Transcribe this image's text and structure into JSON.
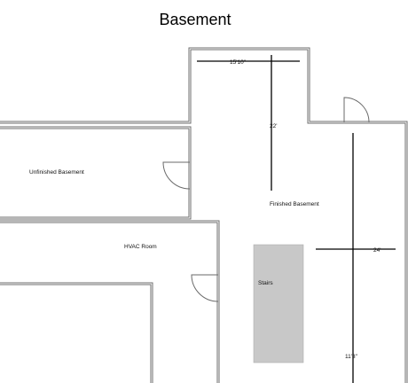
{
  "title": "Basement",
  "rooms": {
    "unfinished": "Unfinished Basement",
    "finished": "Finished Basement",
    "hvac": "HVAC Room",
    "stairs": "Stairs"
  },
  "dimensions": {
    "top_width": "15'10\"",
    "hall_length": "22'",
    "right_width": "24'",
    "right_length": "11'3\""
  },
  "colors": {
    "walls": "#6e6e6e",
    "stairs": "#c8c8c8",
    "dimension_lines": "#000000"
  }
}
